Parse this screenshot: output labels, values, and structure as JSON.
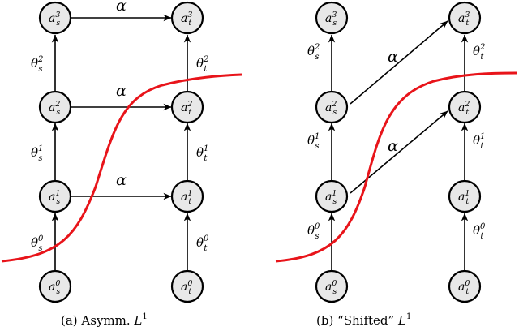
{
  "panels": [
    {
      "caption": {
        "prefix": "(a) Asymm. ",
        "symbol": "L",
        "sup": "1"
      },
      "nodes": [
        {
          "id": "s0",
          "base": "a",
          "sub": "s",
          "sup": "0"
        },
        {
          "id": "s1",
          "base": "a",
          "sub": "s",
          "sup": "1"
        },
        {
          "id": "s2",
          "base": "a",
          "sub": "s",
          "sup": "2"
        },
        {
          "id": "s3",
          "base": "a",
          "sub": "s",
          "sup": "3"
        },
        {
          "id": "t0",
          "base": "a",
          "sub": "t",
          "sup": "0"
        },
        {
          "id": "t1",
          "base": "a",
          "sub": "t",
          "sup": "1"
        },
        {
          "id": "t2",
          "base": "a",
          "sub": "t",
          "sup": "2"
        },
        {
          "id": "t3",
          "base": "a",
          "sub": "t",
          "sup": "3"
        }
      ],
      "edges": [
        {
          "from": "s0",
          "to": "s1",
          "label": {
            "base": "θ",
            "sub": "s",
            "sup": "0"
          }
        },
        {
          "from": "s1",
          "to": "s2",
          "label": {
            "base": "θ",
            "sub": "s",
            "sup": "1"
          }
        },
        {
          "from": "s2",
          "to": "s3",
          "label": {
            "base": "θ",
            "sub": "s",
            "sup": "2"
          }
        },
        {
          "from": "t0",
          "to": "t1",
          "label": {
            "base": "θ",
            "sub": "t",
            "sup": "0"
          }
        },
        {
          "from": "t1",
          "to": "t2",
          "label": {
            "base": "θ",
            "sub": "t",
            "sup": "1"
          }
        },
        {
          "from": "t2",
          "to": "t3",
          "label": {
            "base": "θ",
            "sub": "t",
            "sup": "2"
          }
        },
        {
          "from": "s1",
          "to": "t1",
          "label": {
            "text": "α"
          }
        },
        {
          "from": "s2",
          "to": "t2",
          "label": {
            "text": "α"
          }
        },
        {
          "from": "s3",
          "to": "t3",
          "label": {
            "text": "α"
          }
        }
      ]
    },
    {
      "caption": {
        "prefix": "(b) “Shifted” ",
        "symbol": "L",
        "sup": "1"
      },
      "nodes": [
        {
          "id": "s0",
          "base": "a",
          "sub": "s",
          "sup": "0"
        },
        {
          "id": "s1",
          "base": "a",
          "sub": "s",
          "sup": "1"
        },
        {
          "id": "s2",
          "base": "a",
          "sub": "s",
          "sup": "2"
        },
        {
          "id": "s3",
          "base": "a",
          "sub": "s",
          "sup": "3"
        },
        {
          "id": "t0",
          "base": "a",
          "sub": "t",
          "sup": "0"
        },
        {
          "id": "t1",
          "base": "a",
          "sub": "t",
          "sup": "1"
        },
        {
          "id": "t2",
          "base": "a",
          "sub": "t",
          "sup": "2"
        },
        {
          "id": "t3",
          "base": "a",
          "sub": "t",
          "sup": "3"
        }
      ],
      "edges": [
        {
          "from": "s0",
          "to": "s1",
          "label": {
            "base": "θ",
            "sub": "s",
            "sup": "0"
          }
        },
        {
          "from": "s1",
          "to": "s2",
          "label": {
            "base": "θ",
            "sub": "s",
            "sup": "1"
          }
        },
        {
          "from": "s2",
          "to": "s3",
          "label": {
            "base": "θ",
            "sub": "s",
            "sup": "2"
          }
        },
        {
          "from": "t0",
          "to": "t1",
          "label": {
            "base": "θ",
            "sub": "t",
            "sup": "0"
          }
        },
        {
          "from": "t1",
          "to": "t2",
          "label": {
            "base": "θ",
            "sub": "t",
            "sup": "1"
          }
        },
        {
          "from": "t2",
          "to": "t3",
          "label": {
            "base": "θ",
            "sub": "t",
            "sup": "2"
          }
        },
        {
          "from": "s1",
          "to": "t2",
          "label": {
            "text": "α"
          }
        },
        {
          "from": "s2",
          "to": "t3",
          "label": {
            "text": "α"
          }
        }
      ]
    }
  ],
  "colors": {
    "cut_curve": "#e8141a",
    "node_fill": "#e8e8e8",
    "stroke": "#000000"
  }
}
